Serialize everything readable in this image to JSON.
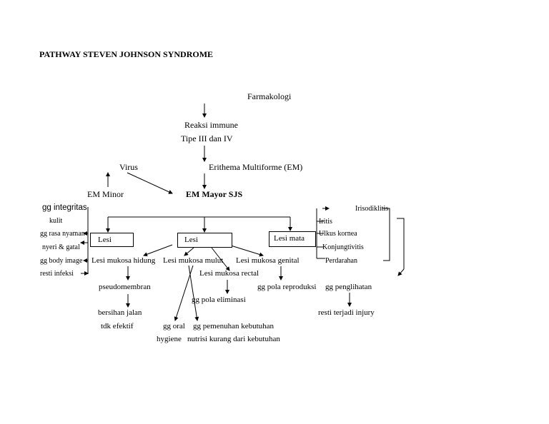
{
  "title": "PATHWAY STEVEN JOHNSON SYNDROME",
  "nodes": {
    "farmakologi": "Farmakologi",
    "reaksi_immune": "Reaksi immune",
    "tipe": "Tipe III dan IV",
    "virus": "Virus",
    "erithema": "Erithema Multiforme (EM)",
    "em_minor": "EM Minor",
    "em_mayor": "EM Mayor SJS",
    "lesi_left": "Lesi",
    "lesi_center": "Lesi",
    "lesi_mata": "Lesi mata",
    "lesi_mukosa_hidung": "Lesi mukosa hidung",
    "lesi_mukosa_mulut": "Lesi mukosa mulut",
    "lesi_mukosa_genital": "Lesi mukosa genital",
    "lesi_mukosa_rectal": "Lesi mukosa rectal",
    "pseudomembran": "pseudomembran",
    "bersihan_jalan": "bersihan jalan",
    "tdk_efektif": "tdk efektif",
    "gg_oral": "gg oral",
    "hygiene": "hygiene",
    "gg_pemenuhan": "gg pemenuhan kebutuhan",
    "nutrisi": "nutrisi kurang dari kebutuhan",
    "gg_pola_eliminasi": "gg pola eliminasi",
    "gg_pola_reproduksi": "gg pola reproduksi",
    "gg_penglihatan": "gg penglihatan",
    "resti_injury": "resti terjadi injury",
    "gg_integritas": "gg integritas",
    "kulit": "kulit",
    "gg_rasa_nyaman": "gg rasa nyaman",
    "nyeri_gatal": "nyeri & gatal",
    "gg_body_image": "gg body image",
    "resti_infeksi": "resti infeksi",
    "irisodiklitis": "Irisodiklitis",
    "iritis": "Iritis",
    "ulkus_kornea": "Ulkus kornea",
    "konjungtivitis": "Konjungtivitis",
    "perdarahan": "Perdarahan"
  }
}
